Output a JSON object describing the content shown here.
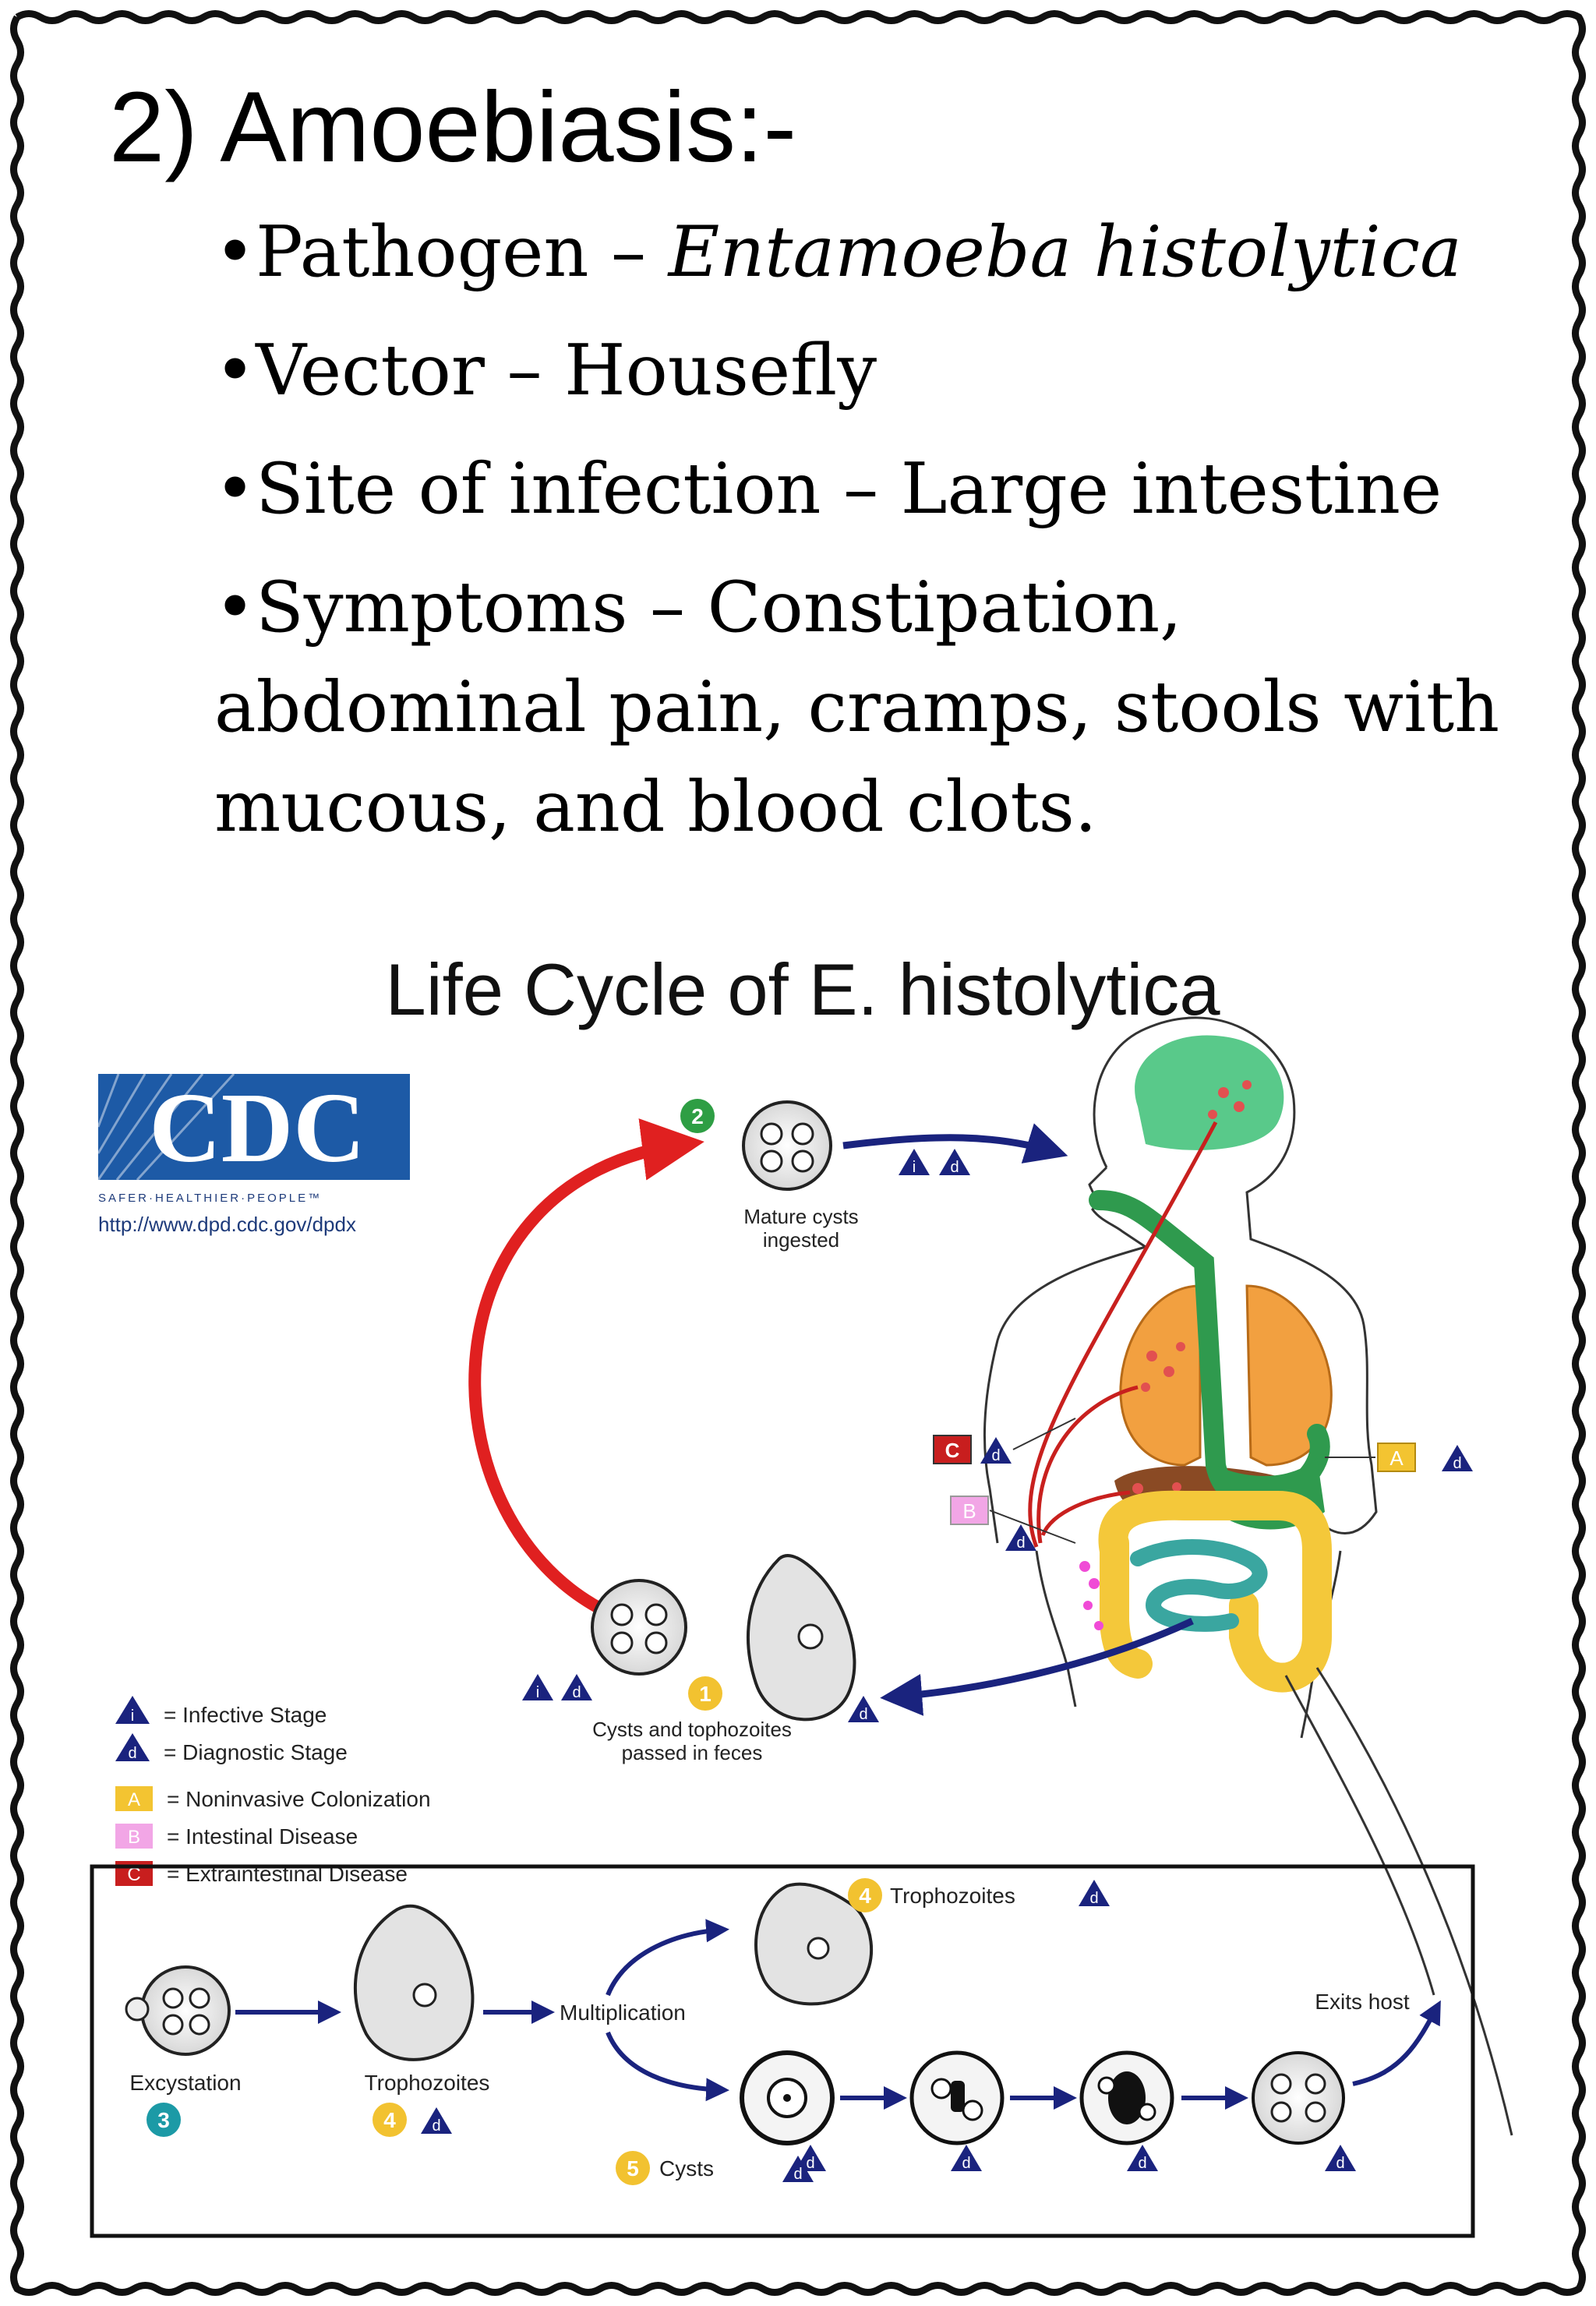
{
  "slide": {
    "title": "2) Amoebiasis:-",
    "bullets": [
      {
        "label": "•Pathogen – ",
        "value": "Entamoeba histolytica",
        "italic": true
      },
      {
        "label": "•Vector – ",
        "value": "Housefly"
      },
      {
        "label": "•Site of infection – ",
        "value": "Large intestine"
      },
      {
        "label": "•Symptoms – ",
        "value": "Constipation, abdominal pain, cramps, stools with mucous, and blood clots."
      }
    ]
  },
  "diagram": {
    "title": "Life Cycle of E. histolytica",
    "logo_text": "CDC",
    "logo_tagline": "SAFER·HEALTHIER·PEOPLE™",
    "url": "http://www.dpd.cdc.gov/dpdx",
    "step2_label": [
      "Mature cysts",
      "ingested"
    ],
    "step1_label": [
      "Cysts and tophozoites",
      "passed in feces"
    ],
    "legend": {
      "infective": "= Infective Stage",
      "diagnostic": "= Diagnostic Stage",
      "A": "= Noninvasive Colonization",
      "B": "= Intestinal Disease",
      "C": "= Extraintestinal Disease"
    },
    "inset": {
      "excystation": "Excystation",
      "trophozoites_left": "Trophozoites",
      "multiplication": "Multiplication",
      "trophozoites_top": "Trophozoites",
      "cysts": "Cysts",
      "exits_host": "Exits host"
    },
    "markers": {
      "i": "i",
      "d": "d",
      "A": "A",
      "B": "B",
      "C": "C",
      "n1": "1",
      "n2": "2",
      "n3": "3",
      "n4": "4",
      "n5": "5"
    },
    "colors": {
      "navy": "#1a237e",
      "red_arrow": "#e02020",
      "badge_green": "#2e9e44",
      "badge_teal": "#1c9aa6",
      "badge_yellow": "#f2c230",
      "A_yellow": "#f3c431",
      "B_pink": "#f2a6e6",
      "C_red": "#c81e1e",
      "brain": "#59c98a",
      "lungs": "#f2a040",
      "gut_green": "#2f9a4e",
      "intestine_yellow": "#f4c83a",
      "intestine_teal": "#3aa6a0",
      "liver_brown": "#8a4a24"
    }
  }
}
